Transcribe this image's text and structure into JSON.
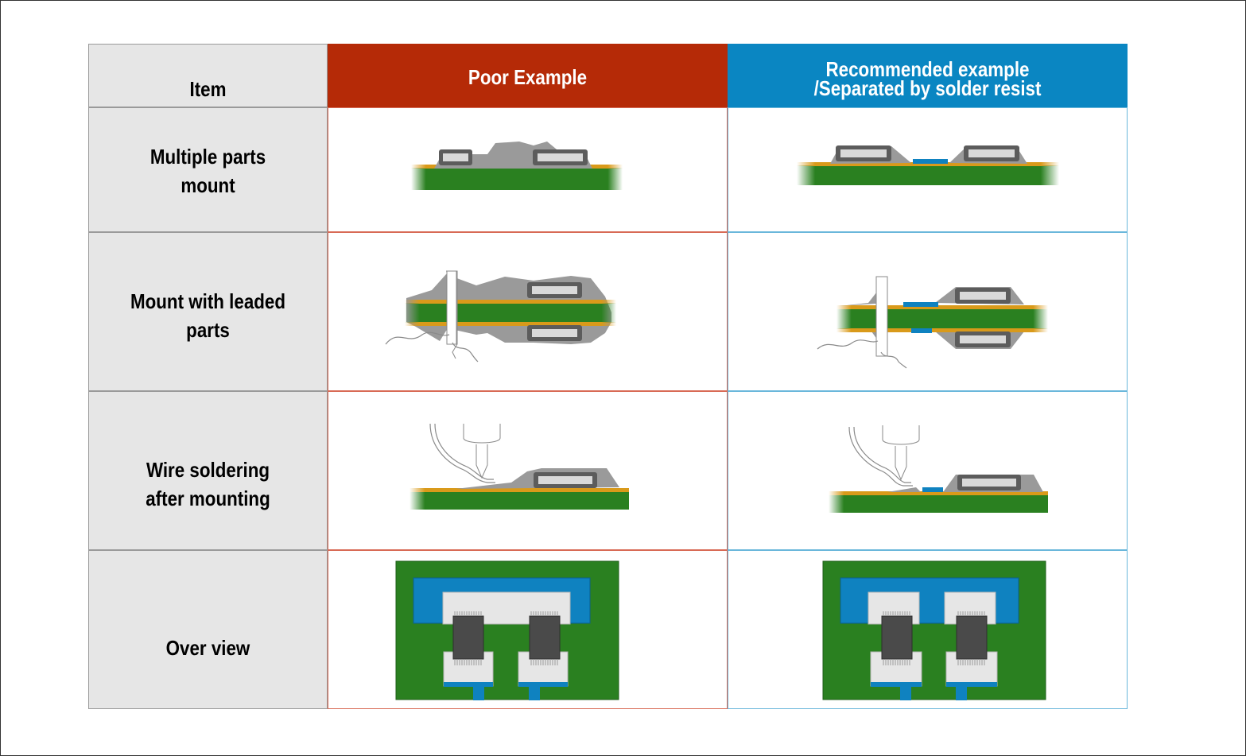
{
  "header": {
    "item": "Item",
    "poor": "Poor Example",
    "recommended_line1": "Recommended example",
    "recommended_line2": "/Separated by solder resist"
  },
  "rows": [
    {
      "label_line1": "Multiple parts",
      "label_line2": "mount"
    },
    {
      "label_line1": "Mount with leaded",
      "label_line2": "parts"
    },
    {
      "label_line1": "Wire soldering",
      "label_line2": "after mounting"
    },
    {
      "label_line1": "Over view",
      "label_line2": ""
    }
  ],
  "colors": {
    "poor_header": "#b52a07",
    "recommended_header": "#0a86c2",
    "pcb_green": "#2a8020",
    "copper": "#d99a1a",
    "solder_resist_blue": "#0f82c0",
    "solder_grey": "#9a9a9a",
    "component_body": "#d9d9d9",
    "ic_dark": "#4a4a4a"
  }
}
